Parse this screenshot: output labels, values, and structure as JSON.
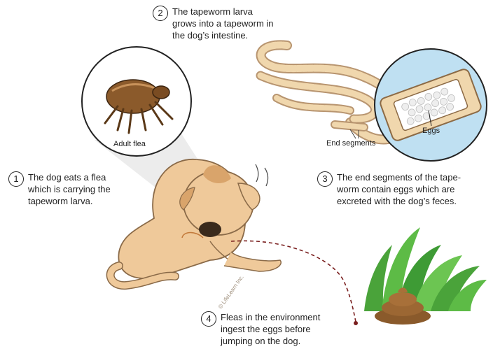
{
  "steps": [
    {
      "number": "1",
      "text": "The dog eats a flea\nwhich is carrying the\ntapeworm larva."
    },
    {
      "number": "2",
      "text": "The tapeworm larva\ngrows into a tapeworm in\nthe dog’s intestine."
    },
    {
      "number": "3",
      "text": "The end segments of the tape-\nworm contain eggs which are\nexcreted with the dog’s feces."
    },
    {
      "number": "4",
      "text": "Fleas in the environment\ningest the eggs before\njumping on the dog."
    }
  ],
  "labels": {
    "adult_flea": "Adult flea",
    "eggs": "Eggs",
    "end_segments": "End segments"
  },
  "watermark": "© LifeLearn Inc.",
  "colors": {
    "dog_fur": "#efc99a",
    "dog_patch": "#d9a46b",
    "tapeworm": "#f0d7ad",
    "lens_bg": "#bfe0f2",
    "grass": "#5dbb46",
    "feces": "#8a5a2b",
    "flea": "#8b5a2b"
  }
}
